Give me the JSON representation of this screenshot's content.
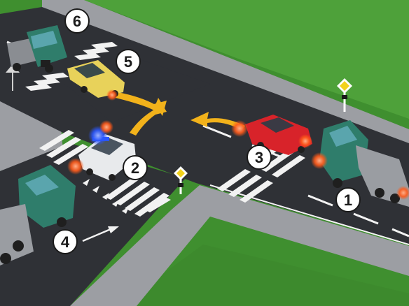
{
  "colors": {
    "grass": "#3f8f2f",
    "grass_light": "#4ea13a",
    "asphalt": "#2f3136",
    "sidewalk": "#9c9ea3",
    "marking": "#f2f2f2",
    "arrow_yellow": "#f2b21b",
    "truck_cab": "#2f7d6b",
    "car_red": "#d8232a",
    "car_yellow": "#e8d25a",
    "car_white": "#e8eaec",
    "siren_blue": "#2b57ff",
    "blinker_orange": "#ff6a1a"
  },
  "vehicles": [
    {
      "number": "1",
      "type": "truck"
    },
    {
      "number": "2",
      "type": "police-car"
    },
    {
      "number": "3",
      "type": "red-car"
    },
    {
      "number": "4",
      "type": "truck"
    },
    {
      "number": "5",
      "type": "yellow-suv"
    },
    {
      "number": "6",
      "type": "truck"
    }
  ],
  "signs": [
    {
      "type": "main-road-sign"
    },
    {
      "type": "main-road-sign"
    }
  ],
  "arrows": [
    {
      "name": "vehicle-2-left-turn-arrow"
    },
    {
      "name": "vehicle-3-left-turn-arrow"
    },
    {
      "name": "vehicle-4-straight-arrow"
    },
    {
      "name": "vehicle-5-right-turn-arrow"
    }
  ]
}
